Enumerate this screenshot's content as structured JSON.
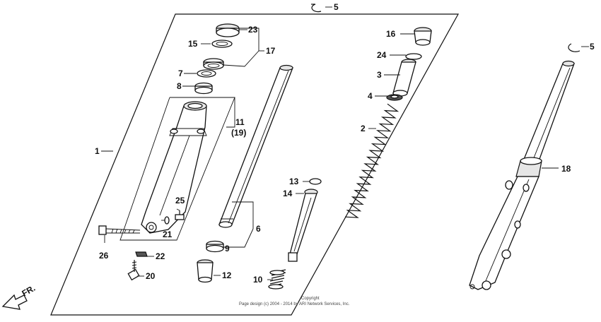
{
  "callouts": {
    "c1": "1",
    "c2": "2",
    "c3": "3",
    "c4": "4",
    "c5a": "5",
    "c5b": "5",
    "c6": "6",
    "c7": "7",
    "c8": "8",
    "c9": "9",
    "c10": "10",
    "c11": "11",
    "c11sub": "(19)",
    "c12": "12",
    "c13": "13",
    "c14": "14",
    "c15": "15",
    "c16": "16",
    "c17": "17",
    "c18a": "18",
    "c20": "20",
    "c21": "21",
    "c22": "22",
    "c23": "23",
    "c24": "24",
    "c25": "25",
    "c26": "26"
  },
  "direction_label": "FR.",
  "copyright": {
    "line1": "Copyright",
    "line2": "Page design (c) 2004 - 2014 by ARI Network Services, Inc."
  },
  "colors": {
    "ink": "#111111",
    "paper": "#ffffff"
  }
}
